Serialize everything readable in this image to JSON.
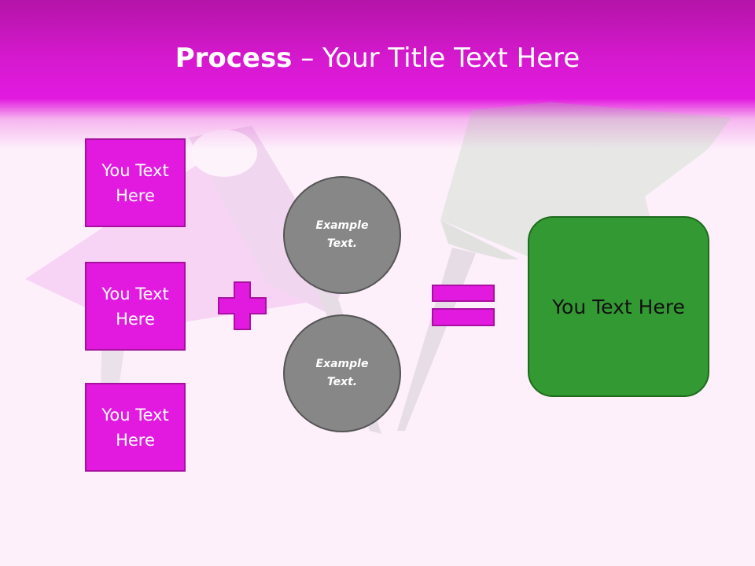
{
  "title": {
    "bold": "Process",
    "rest": " – Your Title Text Here"
  },
  "left_boxes": [
    {
      "label": "You Text\nHere"
    },
    {
      "label": "You Text\nHere"
    },
    {
      "label": "You Text\nHere"
    }
  ],
  "circles": [
    {
      "label": "Example\nText."
    },
    {
      "label": "Example\nText."
    }
  ],
  "result": {
    "label": "You Text Here"
  },
  "operators": {
    "first": "plus-icon",
    "second": "equals-icon"
  },
  "colors": {
    "magenta": "#e21ae0",
    "magenta_dark": "#a8119f",
    "gray_circle": "#878787",
    "green": "#339933",
    "background": "#fdf0fb"
  }
}
